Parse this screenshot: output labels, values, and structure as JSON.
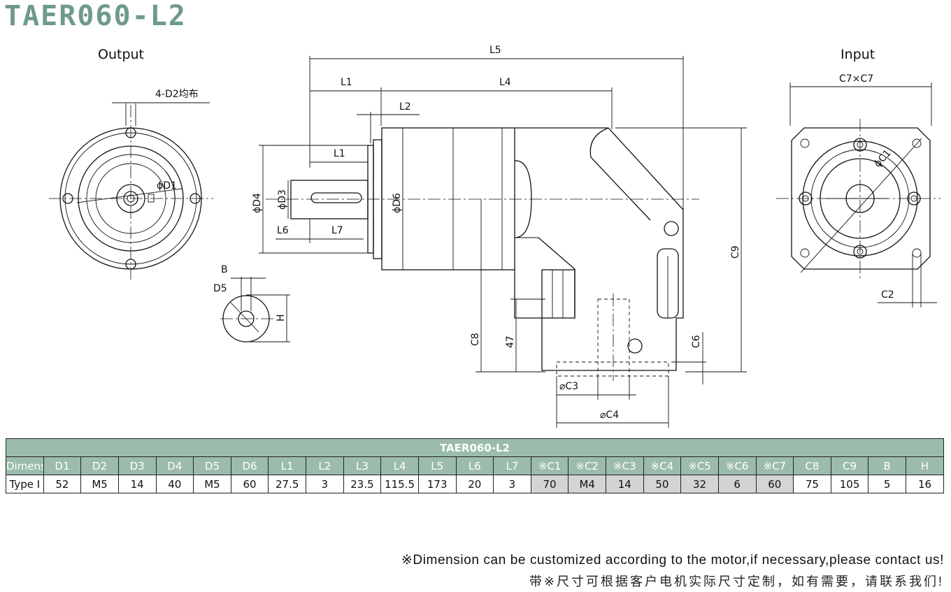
{
  "title": "TAER060-L2",
  "views": {
    "output_label": "Output",
    "input_label": "Input"
  },
  "dims": {
    "d2_spec": "4-D2均布",
    "d1": "ϕD1",
    "b": "B",
    "d5": "D5",
    "h": "H",
    "l5": "L5",
    "l1": "L1",
    "l4": "L4",
    "l2": "L2",
    "l1b": "L1",
    "d4": "ϕD4",
    "d3": "ϕD3",
    "d6": "ϕD6",
    "l6": "L6",
    "l7": "L7",
    "c9": "C9",
    "c8": "C8",
    "h47": "47",
    "c6": "C6",
    "c3": "⌀C3",
    "c4": "⌀C4",
    "c7c7": "C7×C7",
    "c1": "ϕC1",
    "c2": "C2"
  },
  "table": {
    "title": "TAER060-L2",
    "headers": [
      "Dimension",
      "D1",
      "D2",
      "D3",
      "D4",
      "D5",
      "D6",
      "L1",
      "L2",
      "L3",
      "L4",
      "L5",
      "L6",
      "L7",
      "※C1",
      "※C2",
      "※C3",
      "※C4",
      "※C5",
      "※C6",
      "※C7",
      "C8",
      "C9",
      "B",
      "H"
    ],
    "row": [
      "Type I",
      "52",
      "M5",
      "14",
      "40",
      "M5",
      "60",
      "27.5",
      "3",
      "23.5",
      "115.5",
      "173",
      "20",
      "3",
      "70",
      "M4",
      "14",
      "50",
      "32",
      "6",
      "60",
      "75",
      "105",
      "5",
      "16"
    ],
    "gray_columns": [
      14,
      15,
      16,
      17,
      18,
      19,
      20
    ]
  },
  "notes": {
    "en": "※Dimension can be customized according to the motor,if necessary,please contact us!",
    "cn": "带※尺寸可根据客户电机实际尺寸定制，如有需要，请联系我们!"
  }
}
